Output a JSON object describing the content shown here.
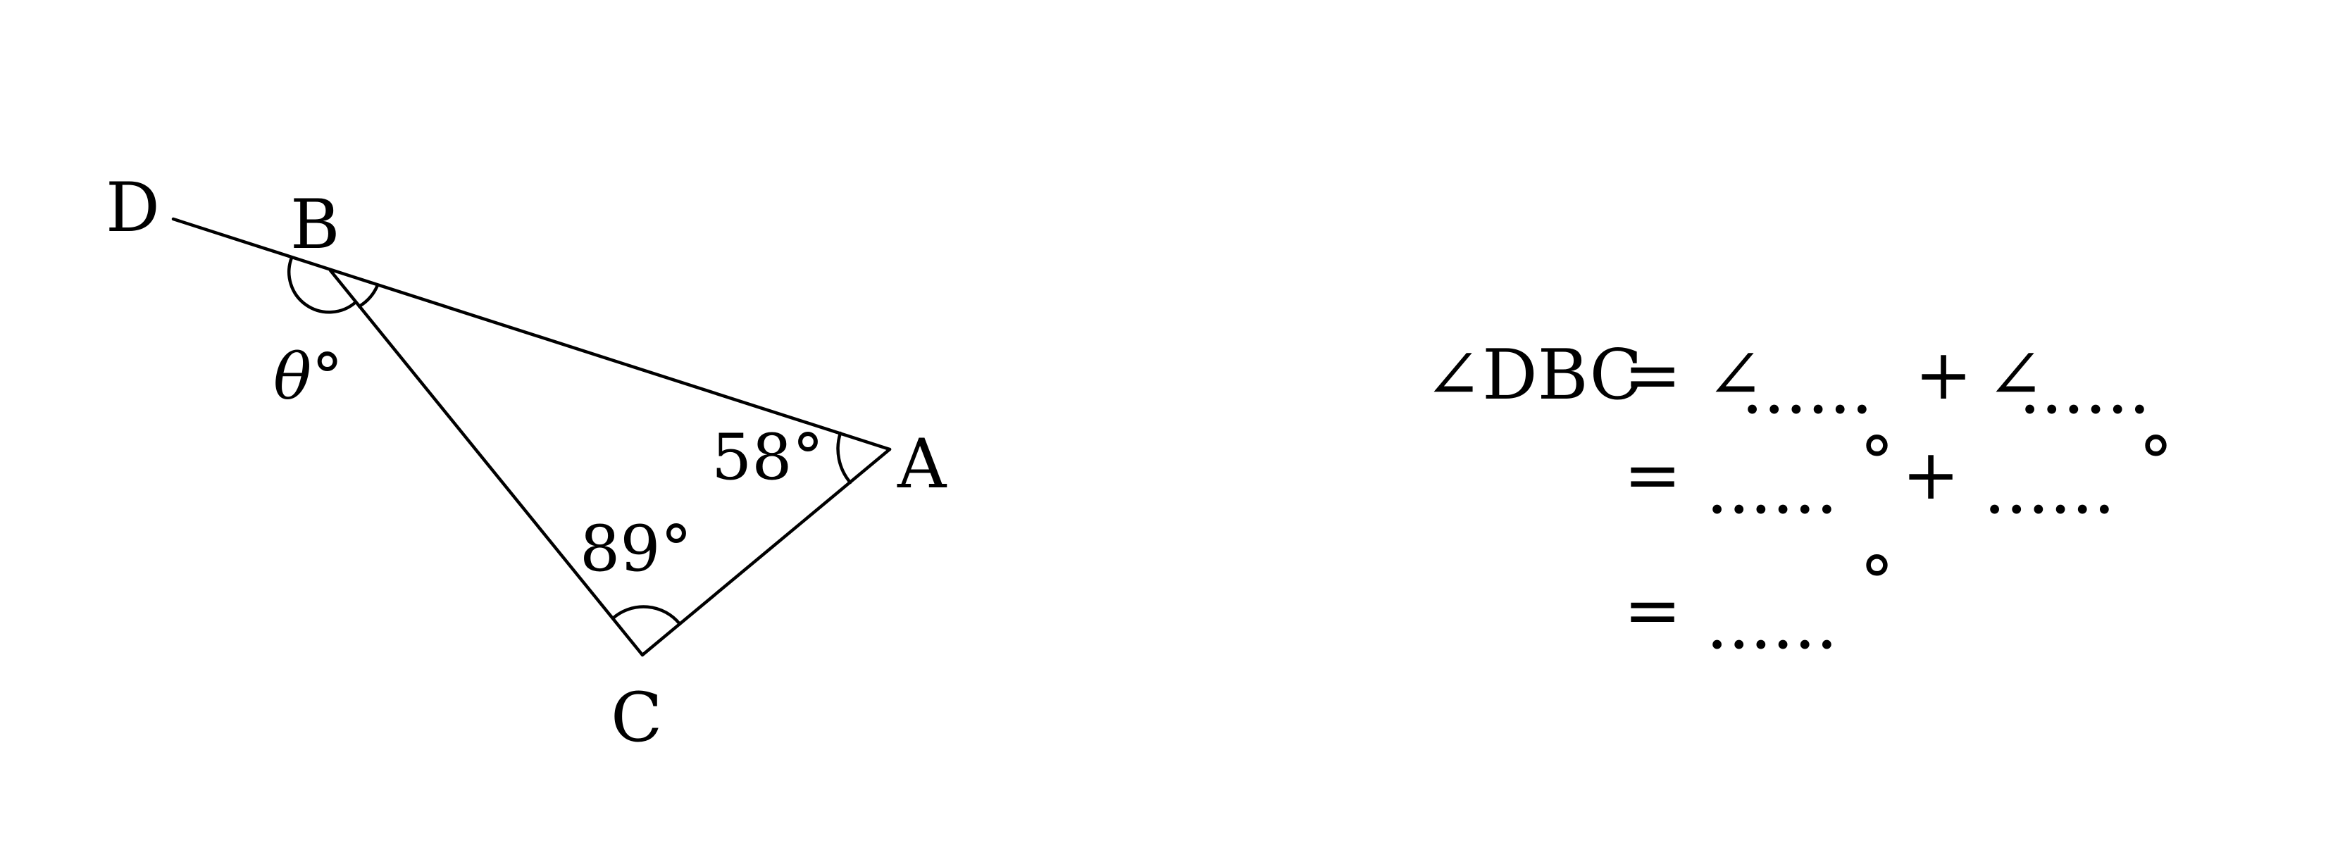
{
  "diagram": {
    "points": {
      "D": "D",
      "B": "B",
      "C": "C",
      "A": "A"
    },
    "angles": {
      "theta": "θ°",
      "angle_a": "58°",
      "angle_c": "89°"
    }
  },
  "equation": {
    "line1": {
      "lhs": "∠DBC",
      "eq": "=",
      "angle_sym_1": "∠",
      "blank_1": "......",
      "plus": "+",
      "angle_sym_2": "∠",
      "blank_2": "......"
    },
    "line2": {
      "eq": "=",
      "blank_1": "......",
      "deg_1": "°",
      "plus": "+",
      "blank_2": "......",
      "deg_2": "°"
    },
    "line3": {
      "eq": "=",
      "blank": "......",
      "deg": "°"
    }
  }
}
